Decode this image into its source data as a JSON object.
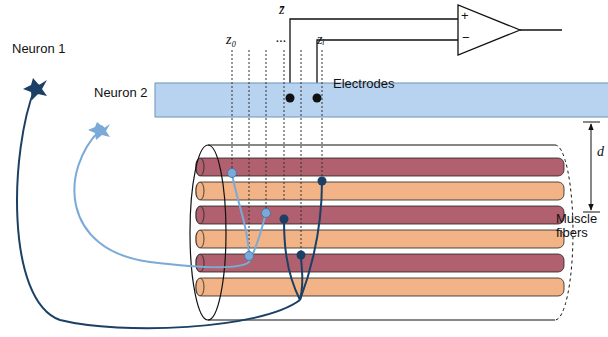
{
  "diagram": {
    "labels": [
      "Neuron 1",
      "Neuron 2",
      "z₀",
      "z̄",
      "...",
      "zᵢ",
      "Electrodes",
      "d",
      "Muscle fibers",
      "+",
      "−"
    ]
  }
}
